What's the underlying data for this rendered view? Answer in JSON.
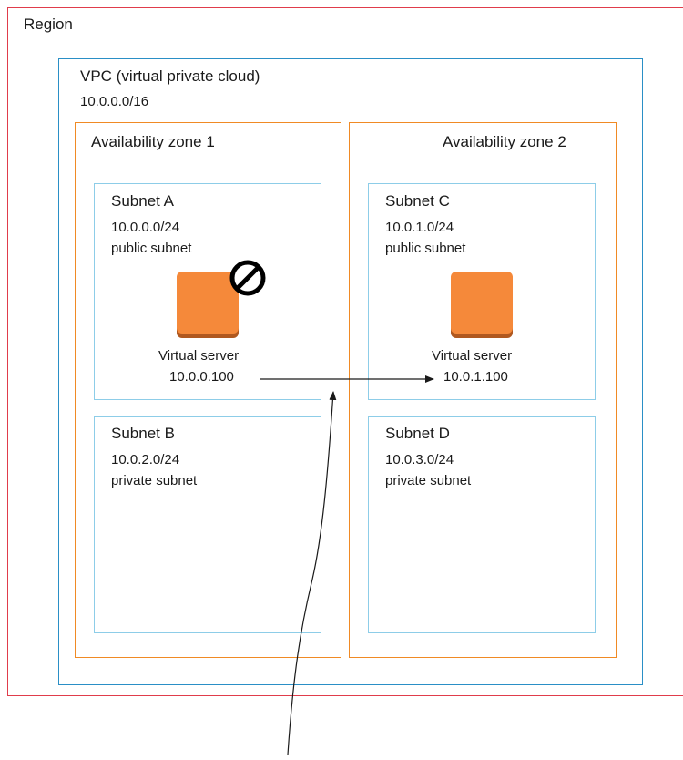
{
  "region": {
    "label": "Region"
  },
  "vpc": {
    "title": "VPC (virtual private cloud)",
    "cidr": "10.0.0.0/16"
  },
  "zones": [
    {
      "label": "Availability zone 1"
    },
    {
      "label": "Availability zone 2"
    }
  ],
  "subnets": {
    "a": {
      "name": "Subnet A",
      "cidr": "10.0.0.0/24",
      "type": "public subnet"
    },
    "b": {
      "name": "Subnet B",
      "cidr": "10.0.2.0/24",
      "type": "private subnet"
    },
    "c": {
      "name": "Subnet C",
      "cidr": "10.0.1.0/24",
      "type": "public subnet"
    },
    "d": {
      "name": "Subnet D",
      "cidr": "10.0.3.0/24",
      "type": "private subnet"
    }
  },
  "servers": {
    "a": {
      "label": "Virtual server",
      "ip": "10.0.0.100"
    },
    "c": {
      "label": "Virtual server",
      "ip": "10.0.1.100"
    }
  },
  "colors": {
    "region_border": "#e03c4b",
    "vpc_border": "#2a8fc6",
    "zone_border": "#f08a24",
    "subnet_border": "#8dcde8",
    "server_fill": "#f5893a"
  },
  "icons": {
    "blocked": "prohibited-icon",
    "server": "server-icon"
  }
}
